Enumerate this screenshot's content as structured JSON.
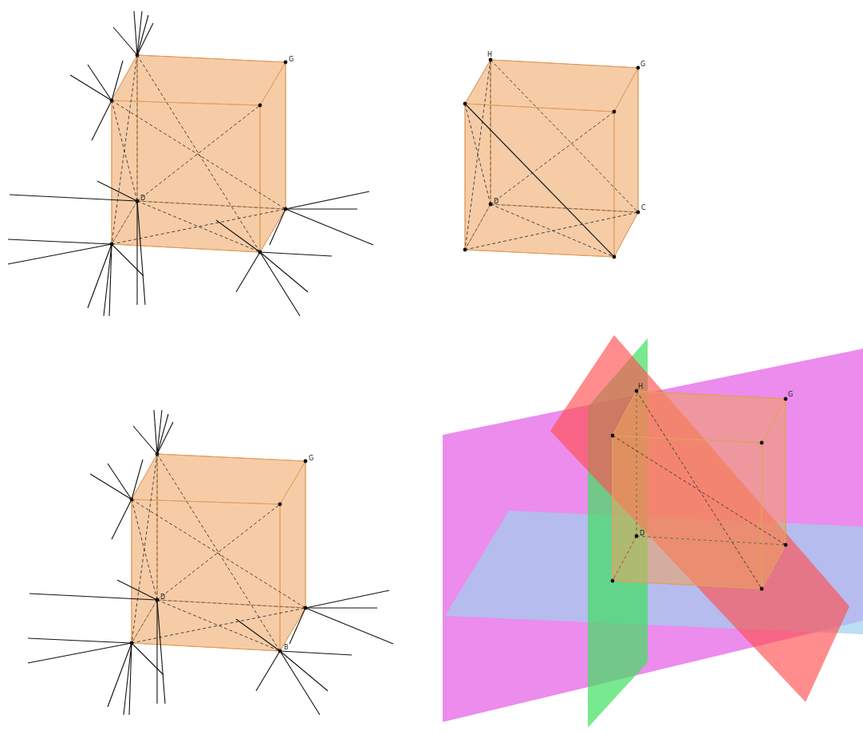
{
  "diagram": {
    "labels": [
      "G",
      "D",
      "H",
      "G",
      "D",
      "C",
      "G",
      "D",
      "B",
      "H",
      "G",
      "D"
    ]
  }
}
